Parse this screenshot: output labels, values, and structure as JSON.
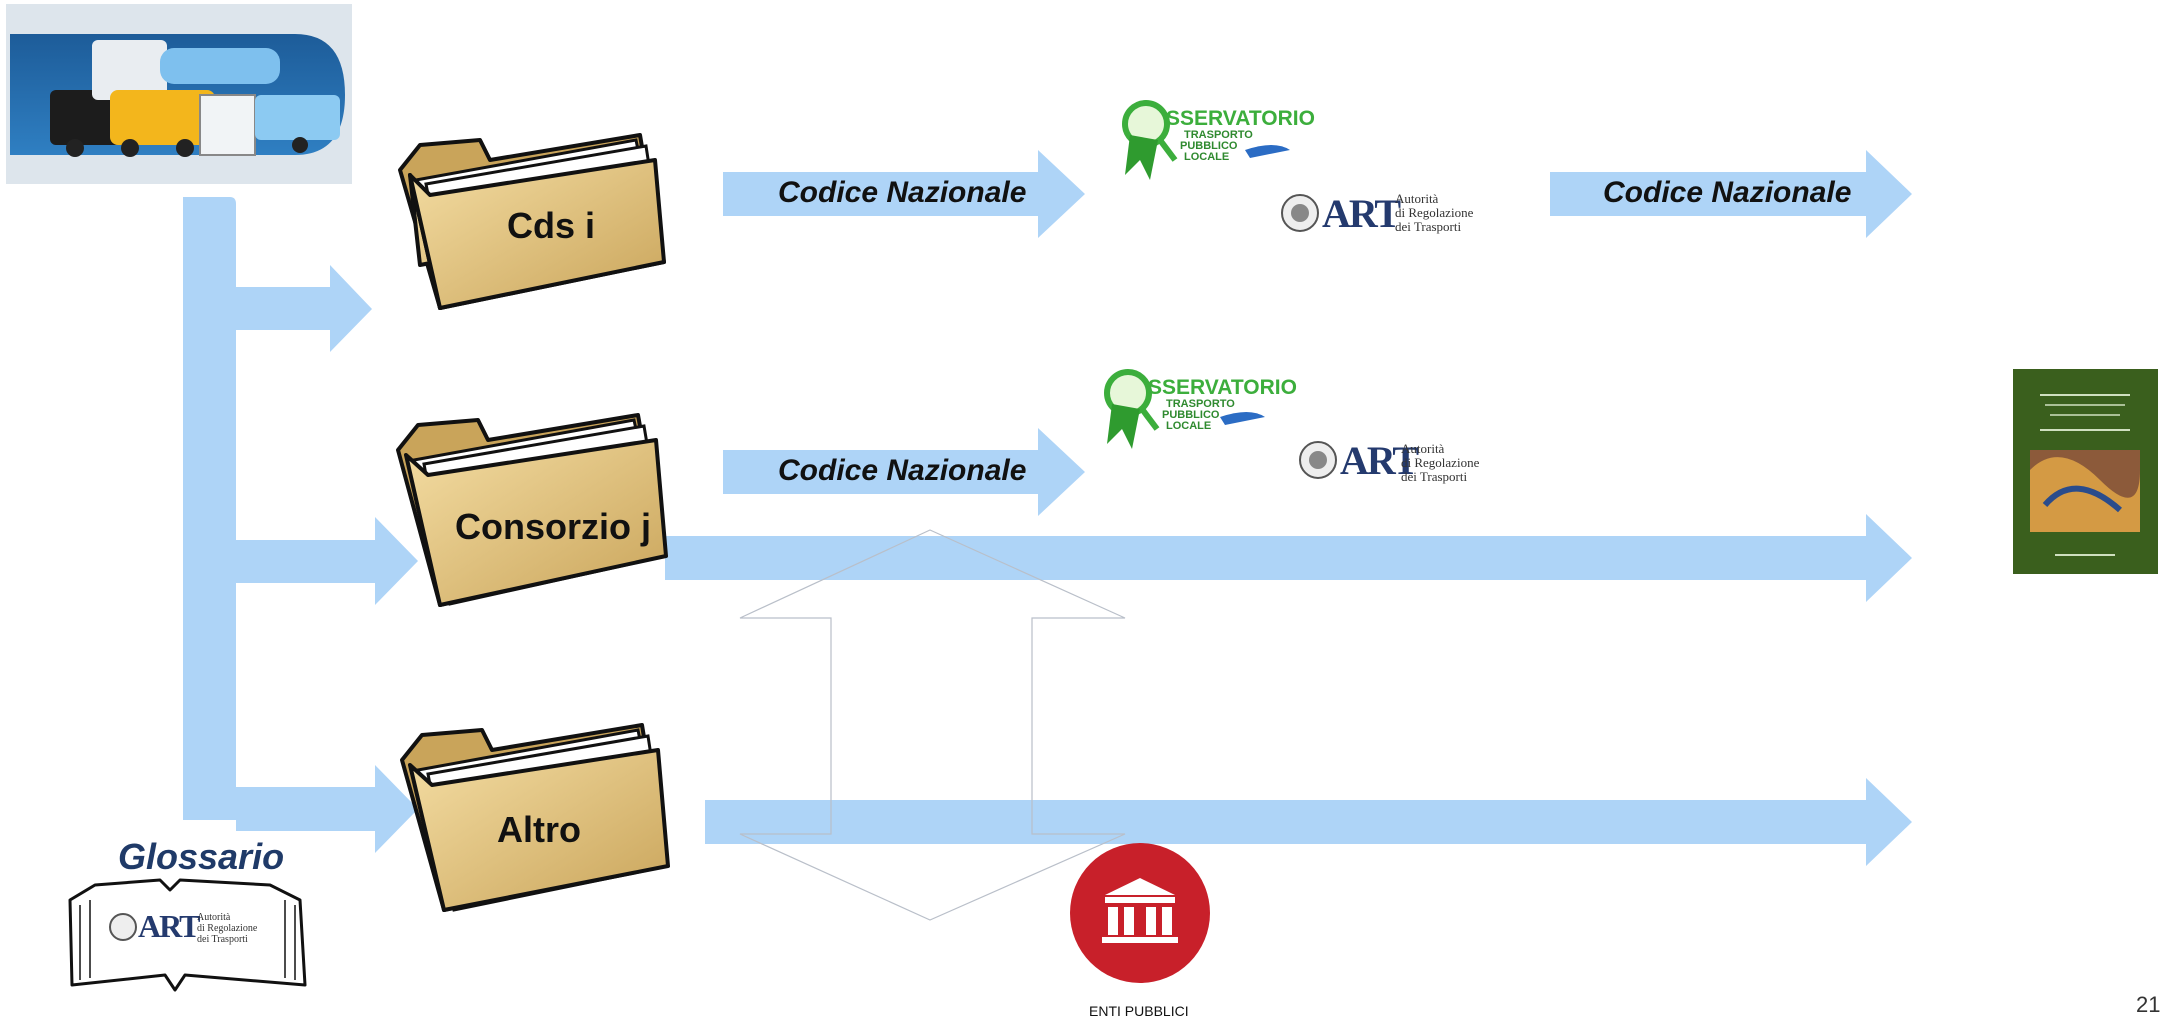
{
  "arrows": {
    "codice_1": "Codice Nazionale",
    "codice_2": "Codice Nazionale",
    "codice_3": "Codice Nazionale"
  },
  "folders": {
    "cds": "Cds i",
    "consorzio": "Consorzio j",
    "altro": "Altro"
  },
  "logos": {
    "osservatorio_title": "SSERVATORIO",
    "osservatorio_line1": "TRASPORTO",
    "osservatorio_line2": "PUBBLICO",
    "osservatorio_line3": "LOCALE",
    "art_mark": "ART",
    "art_line1": "Autorità",
    "art_line2": "di Regolazione",
    "art_line3": "dei Trasporti"
  },
  "glossario": "Glossario",
  "enti_pubblici": "ENTI PUBBLICI",
  "page_number": "21",
  "colors": {
    "arrow": "#aed4f7",
    "folder": "#e8c77e",
    "enti_red": "#c8202a",
    "book_green": "#3a5f1d"
  }
}
